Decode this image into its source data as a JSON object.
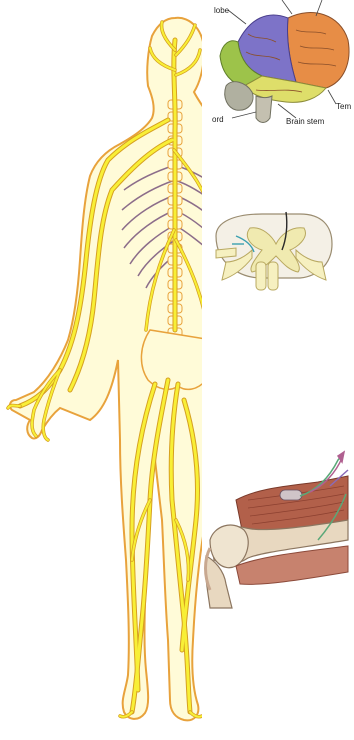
{
  "figure": {
    "panels": [
      {
        "id": "brain",
        "labels": {
          "lobe": "lobe",
          "temporal": "Tem",
          "brain_stem": "Brain stem",
          "cord": "ord"
        }
      },
      {
        "id": "spinal_cord_section"
      },
      {
        "id": "knee_muscle"
      }
    ]
  },
  "colors": {
    "nerve_yellow": "#f8ef36",
    "nerve_outline": "#d6a020",
    "body_outline": "#e8a23c",
    "skin_fill": "#fffbd8",
    "bone_purple": "#8c6d8a",
    "frontal_lobe": "#e78d46",
    "parietal_lobe": "#7d73c8",
    "occipital_lobe": "#9dc34a",
    "temporal_lobe": "#dede6a",
    "cerebellum": "#b0b0a0",
    "muscle_red": "#b2604a"
  }
}
